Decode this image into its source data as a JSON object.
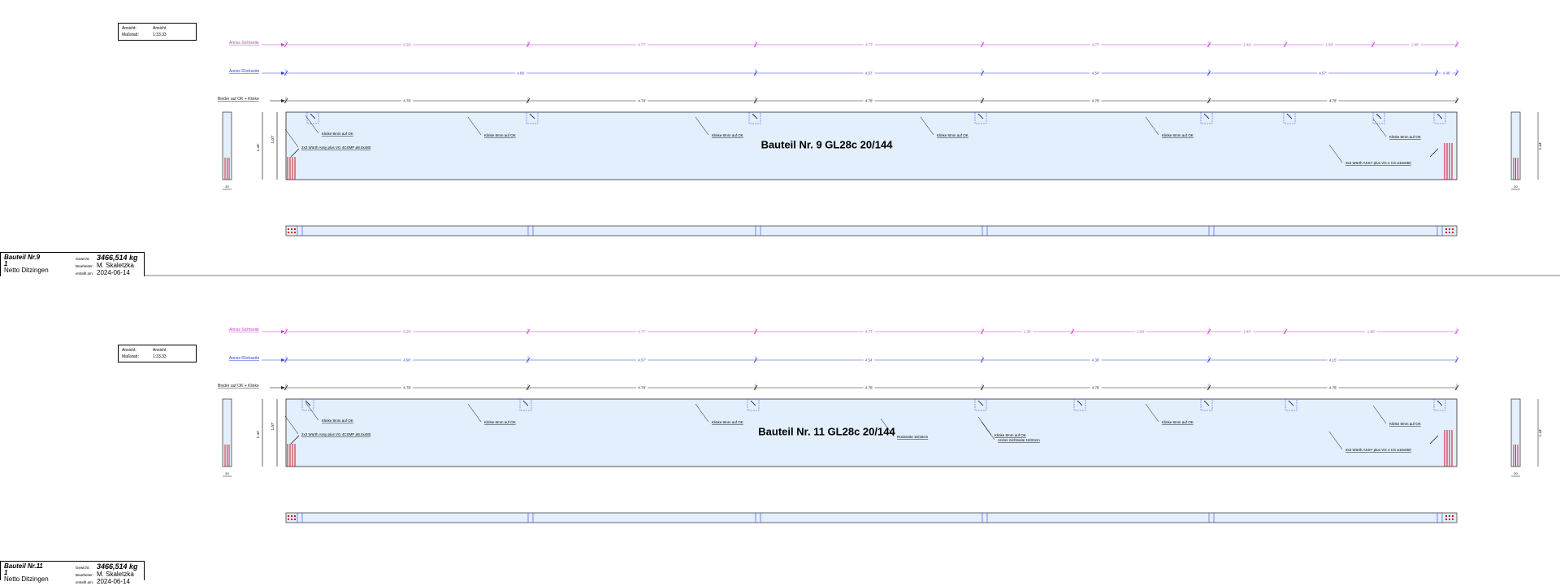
{
  "colors": {
    "beam_fill": "#e3effc",
    "beam_stroke": "#2b2b2b",
    "sichtseite": "#c83cd2",
    "rueckseite": "#3340e0",
    "binder": "#222222",
    "steel": "#d10f1f"
  },
  "views": [
    {
      "id": "bauteil9",
      "ansicht": {
        "k1": "Ansicht:",
        "v1": "Ansicht",
        "k2": "Maßstab:",
        "v2": "1:33.33"
      },
      "rows": {
        "sichtseite_label": "Anriss Sichtseite",
        "rueckseite_label": "Anriss Rückseite",
        "binder_label": "Binder auf OK + Klinke"
      },
      "beam_title": "Bauteil Nr. 9 GL28c 20/144",
      "callouts": [
        "Klinke 8mm auf OK",
        "2x3 Würth Assy plus VG 4CSMP ø8.0x480",
        "Klinke 8mm auf OK",
        "Klinke 8mm auf OK",
        "Klinke 8mm auf OK",
        "Klinke 8mm auf OK",
        "Klinke 8mm auf OK",
        "3x3 Würth ASSY plus VG 4 CS ø10x650"
      ],
      "dims_sicht": [
        "5.26'",
        "4.77'",
        "4.77'",
        "4.77'",
        "1.46'",
        "1.93'",
        "1.80'"
      ],
      "dims_rueck": [
        "4.86'",
        "4.57'",
        "4.54'",
        "4.57'",
        "4.46'"
      ],
      "dims_binder": [
        "4.78'",
        "4.78'",
        "4.78'",
        "4.78'",
        "4.78'"
      ],
      "left_dims": [
        "1.44'",
        "1.07'",
        "20"
      ],
      "right_dims": [
        "1.44'",
        "20",
        "20"
      ],
      "titleblock": {
        "name": "Bauteil Nr.9",
        "count": "1",
        "client": "Netto Ditzingen",
        "gewicht_label": "Gewicht:",
        "gewicht": "3466,514 kg",
        "bearbeiter_label": "Bearbeiter:",
        "bearbeiter": "M. Skaletzka",
        "erstellt_label": "erstellt am:",
        "erstellt": "2024-06-14"
      }
    },
    {
      "id": "bauteil11",
      "ansicht": {
        "k1": "Ansicht:",
        "v1": "Ansicht",
        "k2": "Maßstab:",
        "v2": "1:33.33"
      },
      "rows": {
        "sichtseite_label": "Anriss Sichtseite",
        "rueckseite_label": "Anriss Rückseite",
        "binder_label": "Binder auf OK + Klinke"
      },
      "beam_title": "Bauteil Nr. 11 GL28c 20/144",
      "callouts": [
        "Klinke 8mm auf OK",
        "2x3 Würth Assy plus VG 4CSMP ø8.0x480",
        "Klinke 8mm auf OK",
        "Klinke 8mm auf OK",
        "Klinke 8mm auf OK",
        "Anriss Sichtseite 16/24cm",
        "Rückseite 16/16cm",
        "Klinke 8mm auf OK",
        "Klinke 8mm auf OK",
        "3x3 Würth ASSY plus VG 4 CS ø10x650"
      ],
      "dims_sicht": [
        "5.26'",
        "4.77'",
        "4.77'",
        "1.30'",
        "2.83'",
        "1.46'",
        "1.80'"
      ],
      "dims_rueck": [
        "4.90'",
        "4.57'",
        "4.54'",
        "4.36'",
        "4.15'"
      ],
      "dims_binder": [
        "4.78'",
        "4.78'",
        "4.78'",
        "4.78'",
        "4.78'"
      ],
      "left_dims": [
        "1.44'",
        "1.07'",
        "20"
      ],
      "right_dims": [
        "1.44'",
        "20",
        "20"
      ],
      "titleblock": {
        "name": "Bauteil Nr.11",
        "count": "1",
        "client": "Netto Ditzingen",
        "gewicht_label": "Gewicht:",
        "gewicht": "3466,514 kg",
        "bearbeiter_label": "Bearbeiter:",
        "bearbeiter": "M. Skaletzka",
        "erstellt_label": "erstellt am:",
        "erstellt": "2024-06-14"
      }
    }
  ]
}
